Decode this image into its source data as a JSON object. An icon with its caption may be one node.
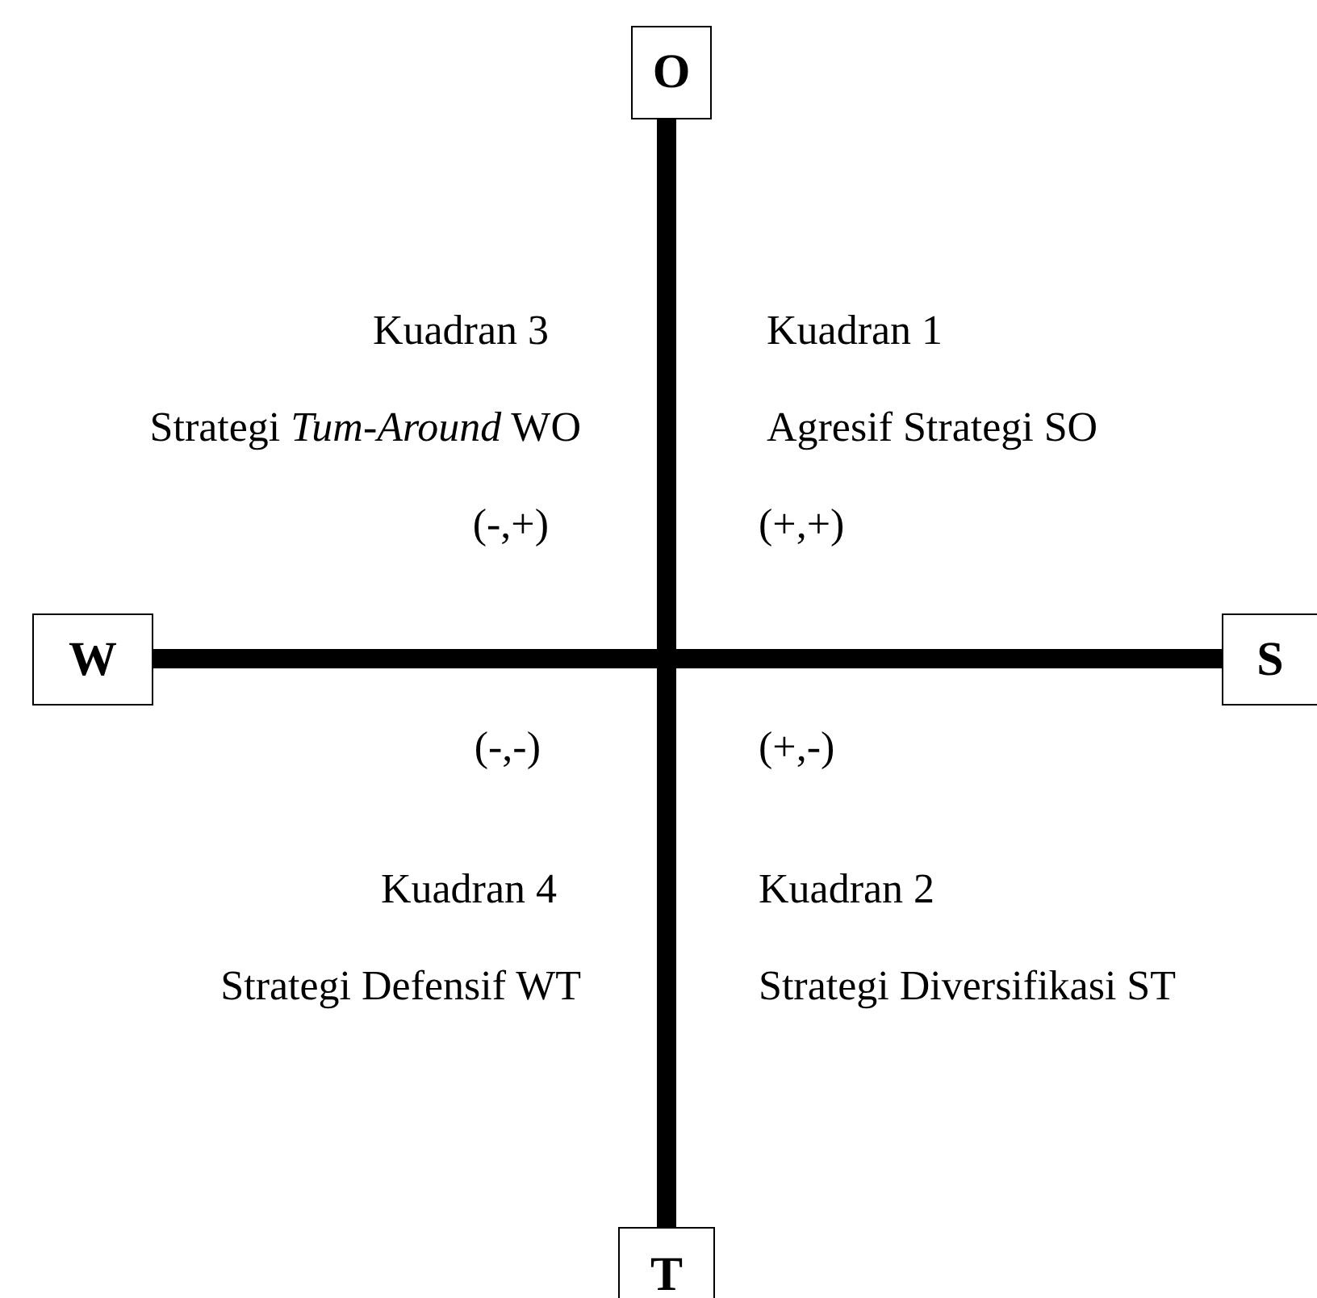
{
  "diagram": {
    "nodes": [
      {
        "text": [
          "O"
        ]
      },
      {
        "text": [
          "W"
        ]
      },
      {
        "text": [
          "S"
        ]
      },
      {
        "text": [
          "T"
        ]
      }
    ],
    "edges": [
      {
        "from": 0,
        "to": 3,
        "arrow": "none"
      },
      {
        "from": 1,
        "to": 2,
        "arrow": "none"
      }
    ],
    "labels": [
      "Kuadran 3",
      "Kuadran 1",
      "Strategi *Tum-Around* WO",
      "Agresif Strategi SO",
      "(-,+)",
      "(+,+)",
      "(-,-)",
      "(+,-)",
      "Kuadran 4",
      "Kuadran 2",
      "Strategi Defensif WT",
      "Strategi Diversifikasi ST"
    ]
  }
}
